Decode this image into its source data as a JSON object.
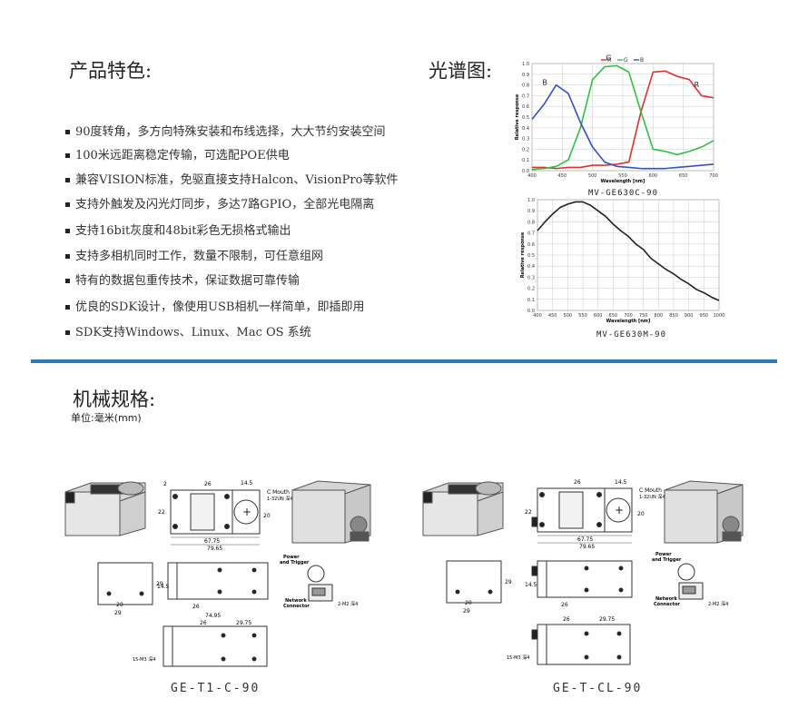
{
  "features": {
    "title": "产品特色:",
    "items": [
      "90度转角，多方向特殊安装和布线选择，大大节约安装空间",
      "100米远距离稳定传输，可选配POE供电",
      "兼容VISION标准，免驱直接支持Halcon、VisionPro等软件",
      "支持外触发及闪光灯同步，多达7路GPIO，全部光电隔离",
      "支持16bit灰度和48bit彩色无损格式输出",
      "支持多相机同时工作，数量不限制，可任意组网",
      "特有的数据包重传技术，保证数据可靠传输",
      "优良的SDK设计，像使用USB相机一样简单，即插即用",
      "SDK支持Windows、Linux、Mac OS 系统"
    ]
  },
  "spectrum": {
    "title": "光谱图:",
    "color_caption": "MV-GE630C-90",
    "mono_caption": "MV-GE630M-90"
  },
  "mechanical": {
    "title": "机械规格:",
    "unit": "单位:毫米(mm)",
    "left_model": "GE-T1-C-90",
    "right_model": "GE-T-CL-90",
    "labels": {
      "c_mouth": "C Mouth",
      "c_mouth_depth": "1-32UN 深4",
      "power": "Power",
      "and_trigger": "and Trigger",
      "network": "Network",
      "connector": "Connector",
      "m2_hole": "2-M2 深4",
      "m3_hole": "15-M3 深4",
      "dim_26": "26",
      "dim_14_5": "14.5",
      "dim_22": "22",
      "dim_20": "20",
      "dim_29": "29",
      "dim_67_75": "67.75",
      "dim_79_65": "79.65",
      "dim_74_95": "74.95",
      "dim_29_75": "29.75",
      "dim_2": "2"
    }
  },
  "chart_data": [
    {
      "type": "line",
      "title": "",
      "xlabel": "Wavelength [nm]",
      "ylabel": "Relative response",
      "xlim": [
        400,
        700
      ],
      "ylim": [
        0,
        1.0
      ],
      "x_ticks": [
        400,
        450,
        500,
        550,
        600,
        650,
        700
      ],
      "y_ticks": [
        0,
        0.1,
        0.2,
        0.3,
        0.4,
        0.5,
        0.6,
        0.7,
        0.8,
        0.9,
        1.0
      ],
      "legend": [
        "R",
        "G",
        "B"
      ],
      "legend_position": "top",
      "annotations": [
        "B",
        "G",
        "R"
      ],
      "x": [
        400,
        420,
        440,
        460,
        480,
        500,
        520,
        540,
        560,
        580,
        600,
        620,
        640,
        660,
        680,
        700
      ],
      "series": [
        {
          "name": "R",
          "color": "#e03030",
          "values": [
            0.03,
            0.03,
            0.02,
            0.03,
            0.03,
            0.05,
            0.05,
            0.06,
            0.08,
            0.55,
            0.92,
            0.93,
            0.88,
            0.85,
            0.7,
            0.68
          ]
        },
        {
          "name": "G",
          "color": "#30c040",
          "values": [
            0.01,
            0.02,
            0.04,
            0.1,
            0.4,
            0.85,
            0.97,
            0.98,
            0.92,
            0.55,
            0.2,
            0.18,
            0.15,
            0.18,
            0.22,
            0.28
          ]
        },
        {
          "name": "B",
          "color": "#3050d0",
          "values": [
            0.48,
            0.62,
            0.8,
            0.72,
            0.45,
            0.22,
            0.08,
            0.04,
            0.03,
            0.02,
            0.02,
            0.02,
            0.03,
            0.04,
            0.05,
            0.06
          ]
        }
      ]
    },
    {
      "type": "line",
      "title": "",
      "xlabel": "Wavelength [nm]",
      "ylabel": "Relative response",
      "xlim": [
        400,
        1000
      ],
      "ylim": [
        0,
        1.0
      ],
      "x_ticks": [
        400,
        450,
        500,
        550,
        600,
        650,
        700,
        750,
        800,
        850,
        900,
        950,
        1000
      ],
      "y_ticks": [
        0,
        0.1,
        0.2,
        0.3,
        0.4,
        0.5,
        0.6,
        0.7,
        0.8,
        0.9,
        1.0
      ],
      "x": [
        400,
        425,
        450,
        475,
        500,
        525,
        550,
        575,
        600,
        625,
        650,
        675,
        700,
        725,
        750,
        775,
        800,
        825,
        850,
        875,
        900,
        925,
        950,
        975,
        1000
      ],
      "series": [
        {
          "name": "",
          "color": "#222222",
          "values": [
            0.72,
            0.8,
            0.87,
            0.93,
            0.96,
            0.98,
            0.98,
            0.95,
            0.9,
            0.85,
            0.78,
            0.72,
            0.67,
            0.6,
            0.55,
            0.47,
            0.42,
            0.37,
            0.33,
            0.28,
            0.24,
            0.19,
            0.16,
            0.12,
            0.09
          ]
        }
      ]
    }
  ]
}
